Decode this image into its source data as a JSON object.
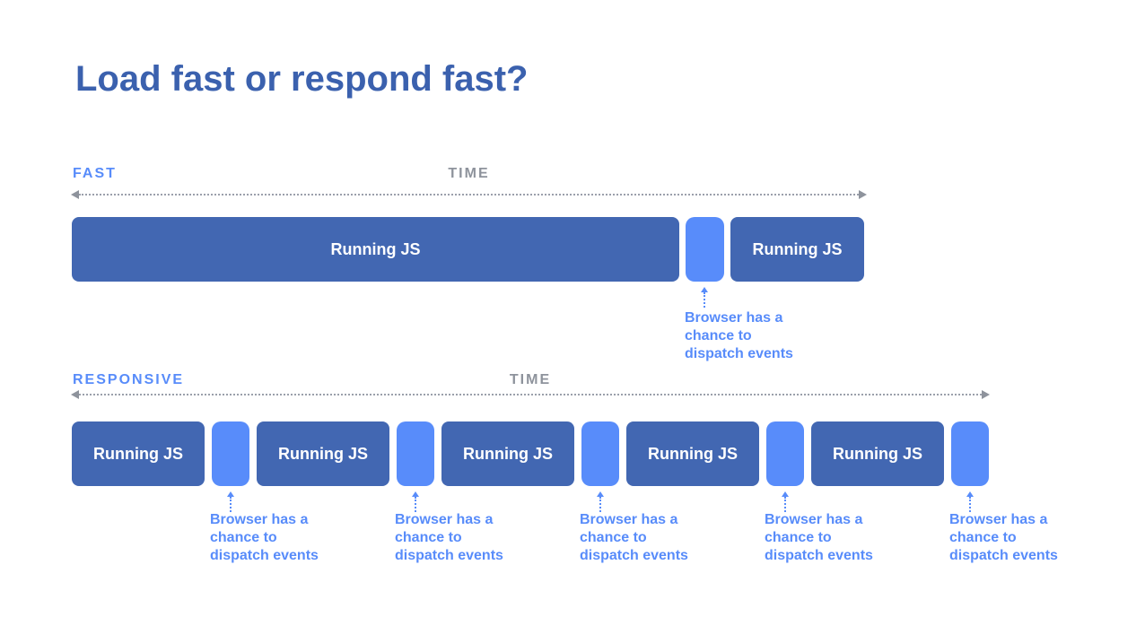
{
  "slide": {
    "title": "Load fast or respond fast?"
  },
  "colors": {
    "title_blue": "#3B61AE",
    "bar_blue": "#4267B2",
    "accent_blue": "#588CFA",
    "muted_gray": "#8E939C",
    "dot_gray": "#9BA0AB",
    "bar_text": "#FFFFFF",
    "background": "#FFFFFF"
  },
  "fast_timeline": {
    "label": "FAST",
    "time_label": "TIME",
    "bars": [
      "Running JS",
      "Running JS"
    ],
    "annotation": "Browser has a\nchance to\ndispatch events"
  },
  "responsive_timeline": {
    "label": "RESPONSIVE",
    "time_label": "TIME",
    "bars": [
      "Running JS",
      "Running JS",
      "Running JS",
      "Running JS",
      "Running JS"
    ],
    "annotations": [
      "Browser has a\nchance to\ndispatch events",
      "Browser has a\nchance to\ndispatch events",
      "Browser has a\nchance to\ndispatch events",
      "Browser has a\nchance to\ndispatch events",
      "Browser has a\nchance to\ndispatch events"
    ]
  }
}
